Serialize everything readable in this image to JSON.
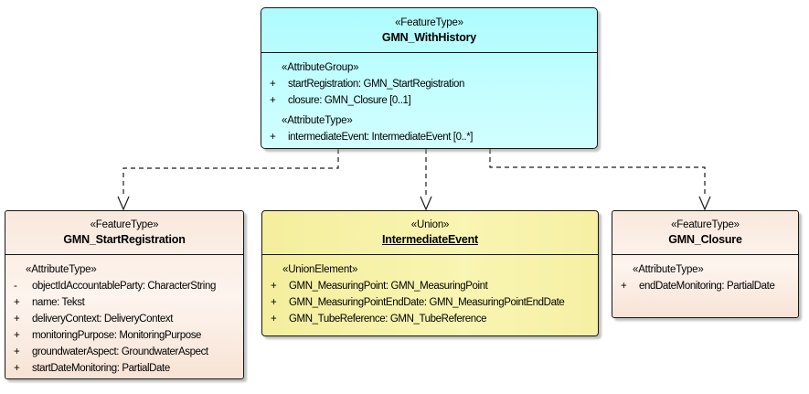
{
  "diagram_type": "uml-class-diagram",
  "colors": {
    "feature_type_top_fill": "#b5fcfe",
    "feature_type_fill": "#f9e8dc",
    "union_fill": "#f6f0a4",
    "border": "#161616",
    "connector": "#1a1a1a",
    "background": "#ffffff"
  },
  "classes": [
    {
      "stereotype": "«FeatureType»",
      "name": "GMN_WithHistory",
      "sections": [
        {
          "header": "«AttributeGroup»",
          "rows": [
            {
              "vis": "+",
              "text": "startRegistration: GMN_StartRegistration"
            },
            {
              "vis": "+",
              "text": "closure: GMN_Closure [0..1]"
            }
          ]
        },
        {
          "header": "«AttributeType»",
          "rows": [
            {
              "vis": "+",
              "text": "intermediateEvent: IntermediateEvent [0..*]"
            }
          ]
        }
      ]
    },
    {
      "stereotype": "«FeatureType»",
      "name": "GMN_StartRegistration",
      "sections": [
        {
          "header": "«AttributeType»",
          "rows": [
            {
              "vis": "-",
              "text": "objectIdAccountableParty: CharacterString"
            },
            {
              "vis": "+",
              "text": "name: Tekst"
            },
            {
              "vis": "+",
              "text": "deliveryContext: DeliveryContext"
            },
            {
              "vis": "+",
              "text": "monitoringPurpose: MonitoringPurpose"
            },
            {
              "vis": "+",
              "text": "groundwaterAspect: GroundwaterAspect"
            },
            {
              "vis": "+",
              "text": "startDateMonitoring: PartialDate"
            }
          ]
        }
      ]
    },
    {
      "stereotype": "«Union»",
      "name": "IntermediateEvent",
      "sections": [
        {
          "header": "«UnionElement»",
          "rows": [
            {
              "vis": "+",
              "text": "GMN_MeasuringPoint: GMN_MeasuringPoint"
            },
            {
              "vis": "+",
              "text": "GMN_MeasuringPointEndDate: GMN_MeasuringPointEndDate"
            },
            {
              "vis": "+",
              "text": "GMN_TubeReference: GMN_TubeReference"
            }
          ]
        }
      ]
    },
    {
      "stereotype": "«FeatureType»",
      "name": "GMN_Closure",
      "sections": [
        {
          "header": "«AttributeType»",
          "rows": [
            {
              "vis": "+",
              "text": "endDateMonitoring: PartialDate"
            }
          ]
        }
      ]
    }
  ],
  "connectors": [
    {
      "from": "GMN_WithHistory",
      "to": "GMN_StartRegistration",
      "style": "dashed",
      "arrow": "open-v"
    },
    {
      "from": "GMN_WithHistory",
      "to": "IntermediateEvent",
      "style": "dashed",
      "arrow": "open-v"
    },
    {
      "from": "GMN_WithHistory",
      "to": "GMN_Closure",
      "style": "dashed",
      "arrow": "open-v"
    }
  ]
}
